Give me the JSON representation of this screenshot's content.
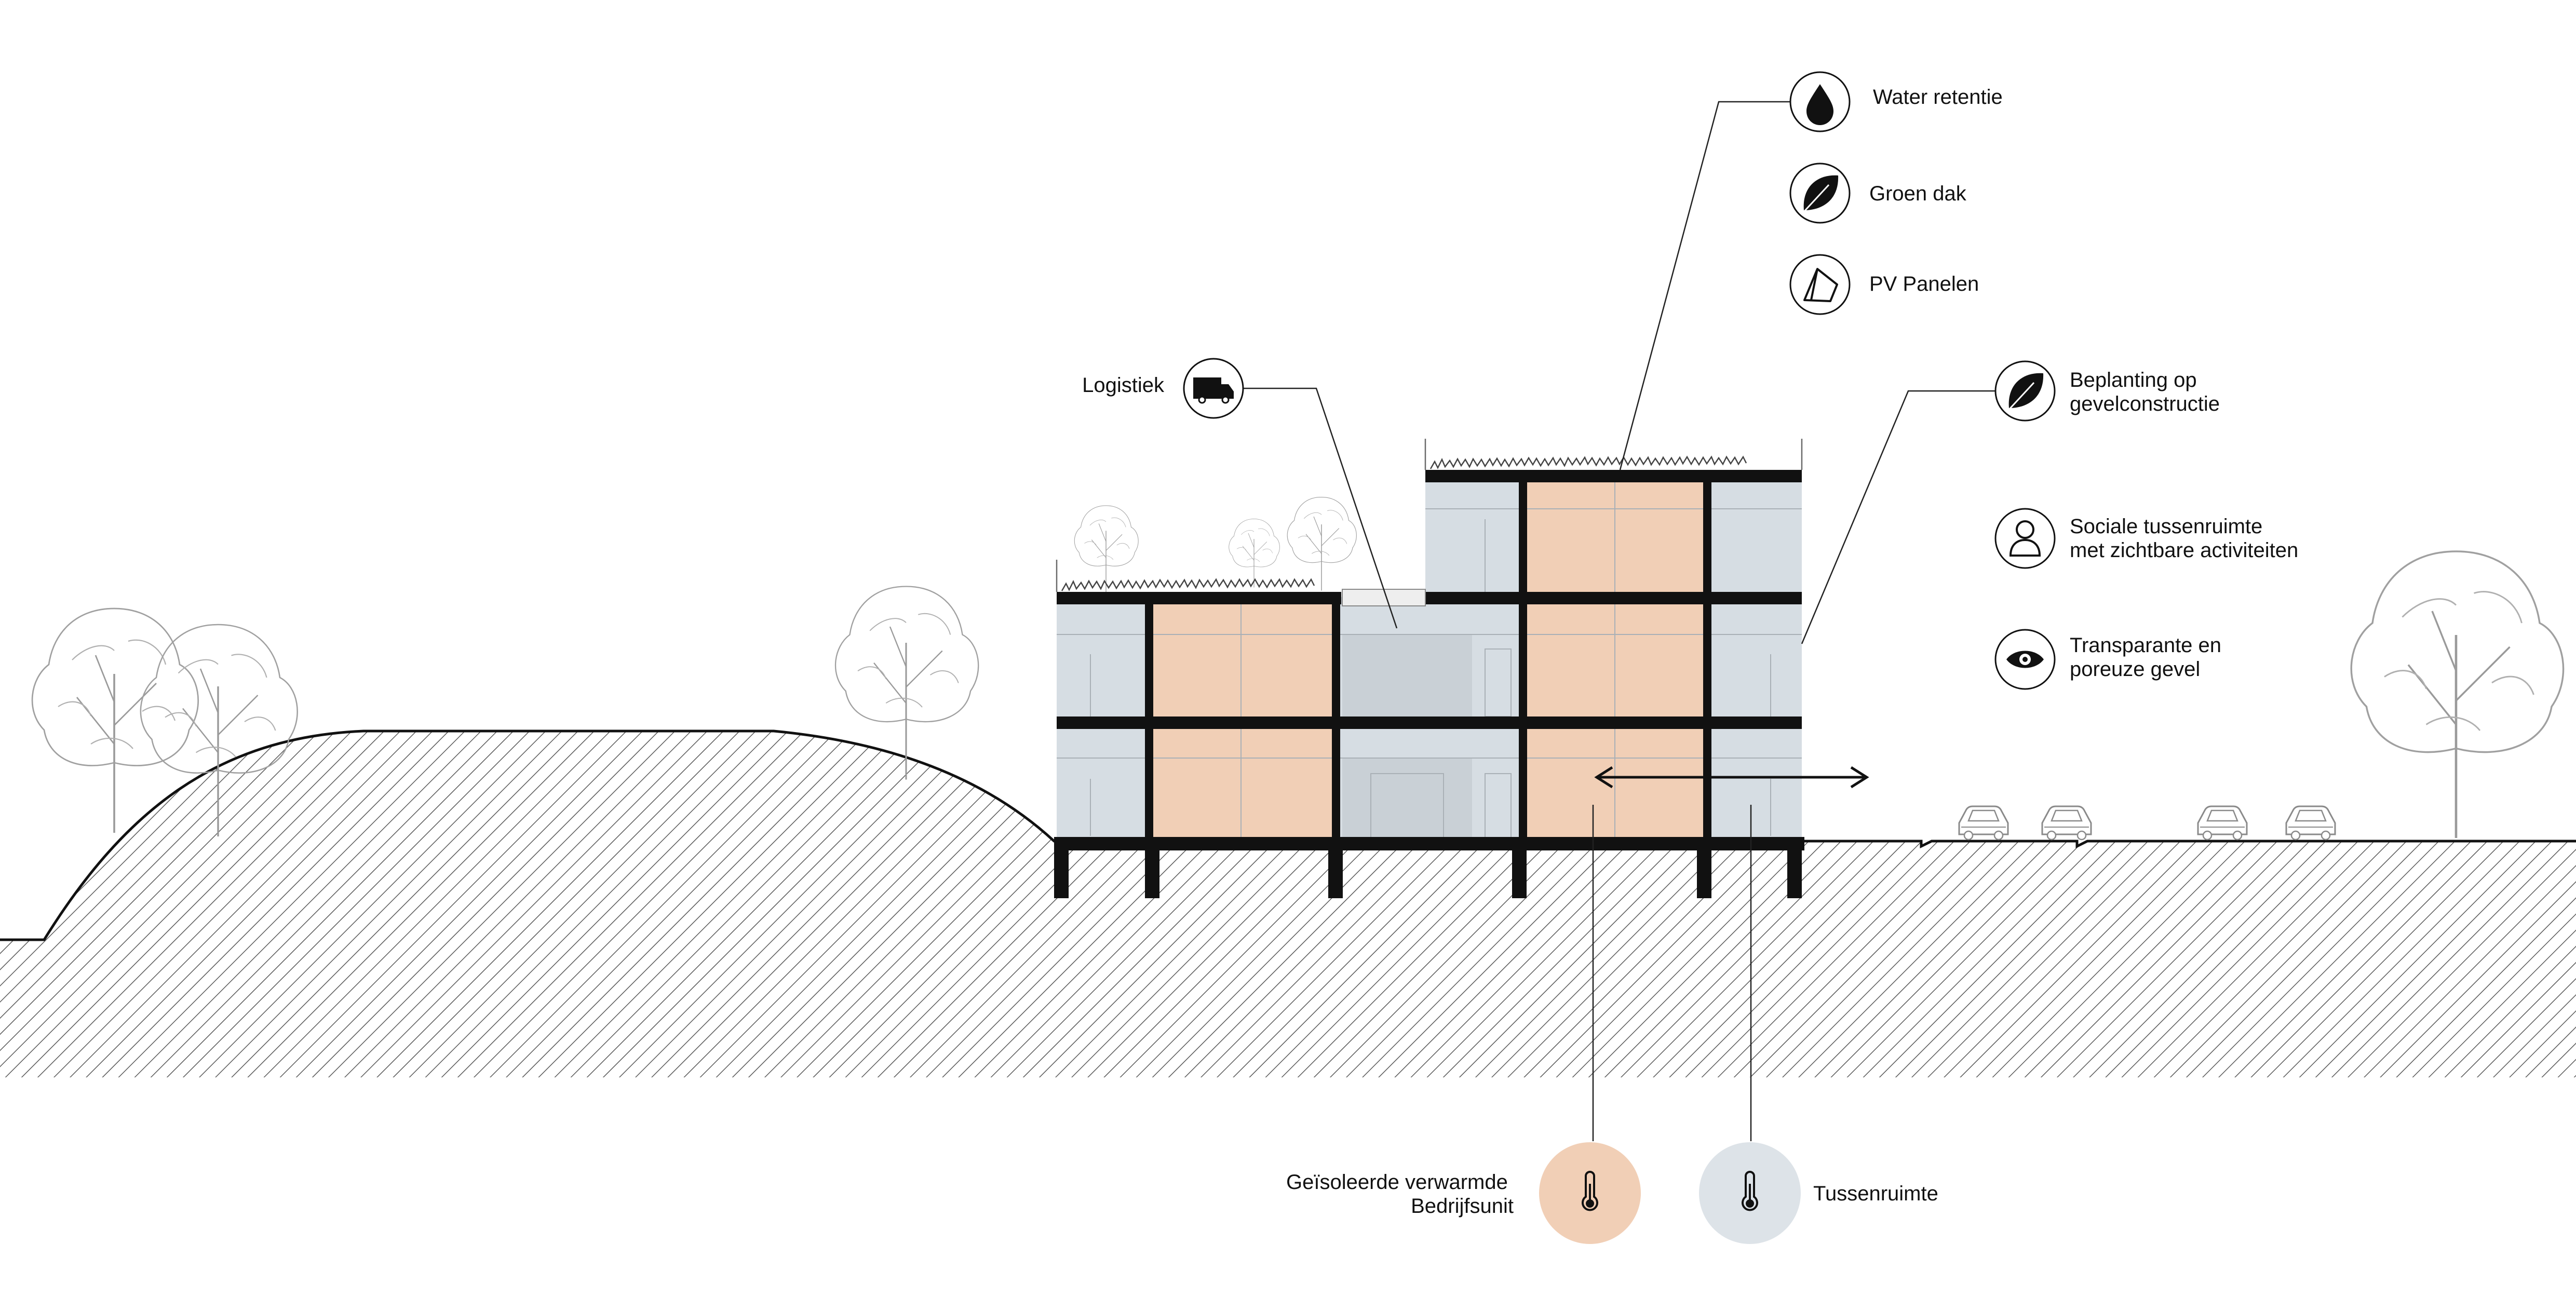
{
  "colors": {
    "heated_unit": "#f1cfb6",
    "buffer_space": "#d6dde3",
    "structure": "#111111",
    "hatch": "#555555"
  },
  "annotations": [
    {
      "id": "water-retention",
      "icon": "water-drop-icon",
      "lines": [
        "Water retentie"
      ]
    },
    {
      "id": "green-roof",
      "icon": "leaf-icon",
      "lines": [
        "Groen dak"
      ]
    },
    {
      "id": "pv-panels",
      "icon": "pv-panel-icon",
      "lines": [
        "PV Panelen"
      ]
    },
    {
      "id": "logistics",
      "icon": "delivery-van-icon",
      "lines": [
        "Logistiek"
      ]
    },
    {
      "id": "facade-planting",
      "icon": "leaf-icon",
      "lines": [
        "Beplanting op",
        "gevelconstructie"
      ]
    },
    {
      "id": "social-space",
      "icon": "person-icon",
      "lines": [
        "Sociale tussenruimte",
        "met zichtbare activiteiten"
      ]
    },
    {
      "id": "transparent-facade",
      "icon": "eye-icon",
      "lines": [
        "Transparante en",
        "poreuze gevel"
      ]
    }
  ],
  "legend": [
    {
      "id": "heated-unit",
      "icon": "thermometer-icon",
      "lines": [
        "Geïsoleerde verwarmde",
        "Bedrijfsunit"
      ]
    },
    {
      "id": "buffer-space",
      "icon": "thermometer-icon",
      "lines": [
        "Tussenruimte"
      ]
    }
  ]
}
